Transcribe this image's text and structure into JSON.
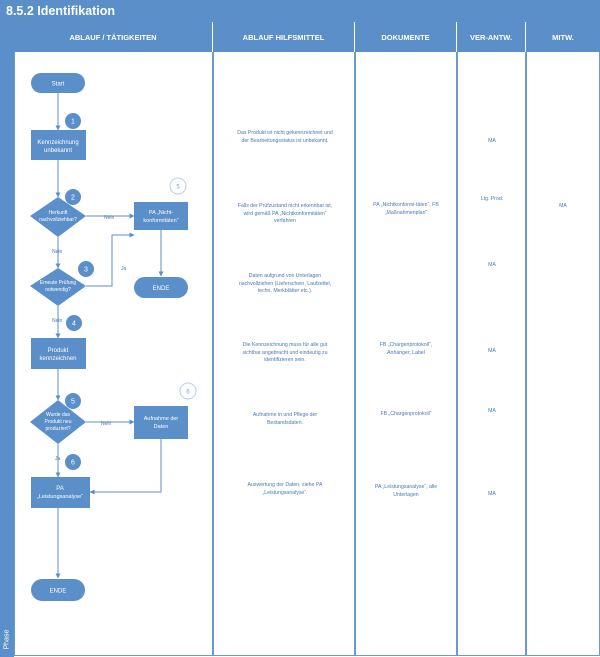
{
  "title": "8.5.2 Identifikation",
  "phase_label": "Phase",
  "columns": [
    {
      "id": "ablauf",
      "label": "ABLAUF / TÄTIGKEITEN"
    },
    {
      "id": "hilfsmittel",
      "label": "ABLAUF HILFSMITTEL"
    },
    {
      "id": "dokumente",
      "label": "DOKUMENTE"
    },
    {
      "id": "verantw",
      "label": "VER-ANTW."
    },
    {
      "id": "mitw",
      "label": "MITW."
    }
  ],
  "nodes": {
    "start": "Start",
    "kennzeichnung": [
      "Kennzeichnung",
      "unbekannt"
    ],
    "herkunft": [
      "Herkunft",
      "nachvollziehbar?"
    ],
    "pa_nicht": [
      "PA „Nicht-",
      "konformitäten“"
    ],
    "erneute": [
      "Erneute Prüfung",
      "notwendig?"
    ],
    "ende1": "ENDE",
    "produkt": [
      "Produkt",
      "kennzeichnen"
    ],
    "wurde": [
      "Wurde das",
      "Produkt neu",
      "produziert?"
    ],
    "aufnahme": [
      "Aufnahme der",
      "Daten"
    ],
    "pa_leistung": [
      "PA",
      "„Leistungsanalyse“"
    ],
    "ende2": "ENDE"
  },
  "step_numbers": [
    "1",
    "2",
    "3",
    "4",
    "5",
    "6"
  ],
  "side_numbers": [
    "5",
    "6"
  ],
  "edge_labels": {
    "nein1": "Nein",
    "nein2": "Nein",
    "ja1": "Ja",
    "nein3": "Nein",
    "nein4": "Nein",
    "ja2": "Ja"
  },
  "hilfsmittel": [
    "Das Produkt ist nicht gekennzeichnet und der Bearbeitungsstatus ist unbekannt.",
    "Falls der Prüfzustand nicht erkennbar ist, wird gemäß PA „Nichtkonformitäten“ verfahren",
    "Daten aufgrund von Unterlagen nachvollziehen (Lieferschein, Laufzettel, techn. Merkblätter etc.).",
    "Die Kennzeichnung muss für alle gut sichtbar angebracht und eindeutig zu identifizieren sein.",
    "Aufnahme in und Pflege der Bestandsdaten.",
    "Auswertung der Daten, siehe PA „Leistungsanalyse“."
  ],
  "dokumente": [
    "PA „Nichtkonformi-täten“, FB „Maßnahmenplan“",
    "FB „Chargenprotokoll“, Anhänger, Label",
    "FB „Chargenprotokoll“",
    "PA „Leistungsanalyse“, alle Unterlagen"
  ],
  "verantw": [
    "MA",
    "Ltg. Prod.",
    "MA",
    "MA",
    "MA",
    "MA"
  ],
  "mitw": [
    "MA"
  ],
  "colors": {
    "primary": "#5b8fc9",
    "node": "#5b8fc9",
    "text": "#4a78b8"
  }
}
